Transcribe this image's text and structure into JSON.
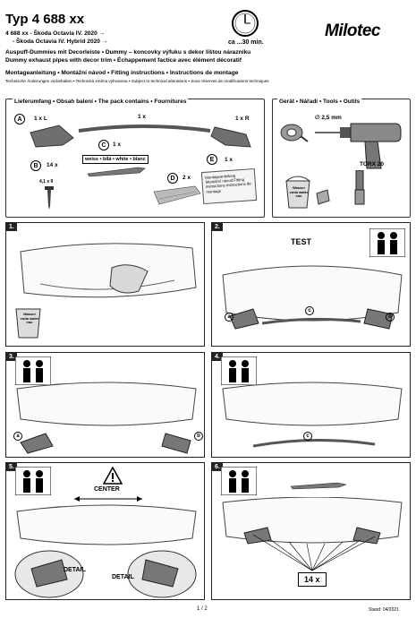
{
  "header": {
    "product_code": "Typ 4 688 xx",
    "time_label": "ca ...30 min.",
    "brand": "Milotec",
    "vehicle_line1": "4 688 xx - Škoda Octavia IV. 2020 →",
    "vehicle_line2": "- Škoda Octavia IV. Hybrid 2020 →",
    "desc_line1": "Auspuff-Dummies mit Decorleiste • Dummy – koncovky výfuku s dekor lištou nárazníku",
    "desc_line2": "Dummy exhaust pipes with decor trim • Échappement factice avec élément décoratif",
    "instr_line": "Montageanleitung • Montážní návod • Fitting instructions • Instructions de montage",
    "notice_line": "Technische Änderungen vorbehalten • Technická změna vyhrazena • Subject to technical alterations • Sous réserves de modifications techniques"
  },
  "contents": {
    "heading": "Lieferumfang • Obsah balení • The pack contains • Fournitures",
    "item_a": "A",
    "item_a_left": "1 x L",
    "item_a_mid": "1 x",
    "item_a_right": "1 x R",
    "item_b": "B",
    "item_b_qty": "14 x",
    "item_b_size": "4,1 x 9",
    "item_c": "C",
    "item_c_qty": "1 x",
    "item_c_label": "weiss • bílá • white • blanc",
    "item_d": "D",
    "item_d_qty": "2 x",
    "item_e": "E",
    "item_e_qty": "1 x",
    "item_e_doc": "Montageanleitung Montážní návod Fitting instructions Instructions de montage"
  },
  "tools": {
    "heading": "Gerät • Nářadí • Tools • Outils",
    "drill_size": "∅ 2,5 mm",
    "torx": "TORX 20",
    "bucket_label": "Wasser voda water eau"
  },
  "steps": [
    {
      "num": "1.",
      "bucket": "Wasser voda water eau"
    },
    {
      "num": "2.",
      "label": "TEST",
      "a": "a",
      "b": "b",
      "c": "c"
    },
    {
      "num": "3.",
      "a": "a",
      "b": "b"
    },
    {
      "num": "4.",
      "c": "c"
    },
    {
      "num": "5.",
      "center": "CENTER",
      "detail1": "DETAIL",
      "detail2": "DETAIL"
    },
    {
      "num": "6.",
      "count": "14 x"
    }
  ],
  "footer": {
    "page": "1 / 2",
    "stand": "Stand: 04/2021"
  }
}
